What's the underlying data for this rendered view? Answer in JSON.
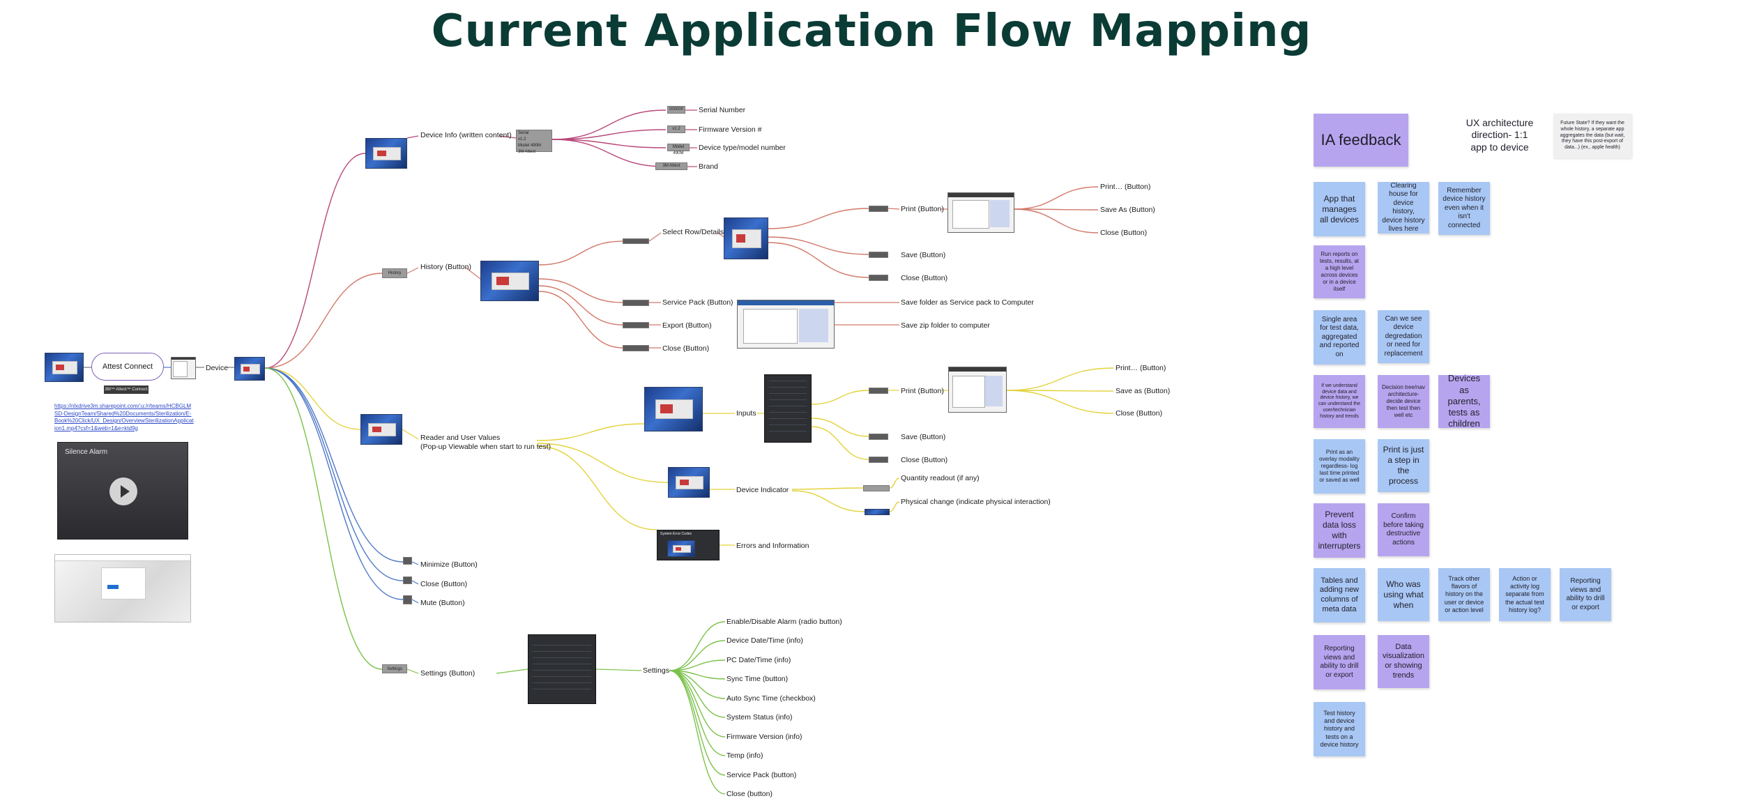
{
  "title": "Current Application Flow Mapping",
  "nodes": {
    "attest_connect": "Attest Connect",
    "attest_badge": "3M™ Attest™ Connect",
    "device": "Device",
    "device_info": "Device Info (written content)",
    "serial_number": "Serial Number",
    "firmware_version": "Firmware Version #",
    "device_type": "Device type/model number",
    "brand": "Brand",
    "history": "History (Button)",
    "select_row": "Select Row/Details",
    "print_1": "Print (Button)",
    "print_dots_1": "Print… (Button)",
    "save_as_1": "Save As (Button)",
    "close_1": "Close (Button)",
    "save_1": "Save (Button)",
    "close_2": "Close (Button)",
    "service_pack": "Service Pack (Button)",
    "save_folder": "Save folder as Service pack to Computer",
    "export": "Export (Button)",
    "save_zip": "Save zip folder to computer",
    "close_3": "Close (Button)",
    "reader_user_values": "Reader and User Values\n(Pop-up Viewable when start to run test)",
    "inputs": "Inputs",
    "print_2": "Print (Button)",
    "print_dots_2": "Print… (Button)",
    "save_as_2": "Save as (Button)",
    "close_4": "Close (Button)",
    "save_2": "Save (Button)",
    "close_5": "Close (Button)",
    "device_indicator": "Device Indicator",
    "quantity_readout": "Quantity readout (if any)",
    "physical_change": "Physical change (indicate physical interaction)",
    "errors_info": "Errors and Information",
    "minimize": "Minimize (Button)",
    "close_6": "Close (Button)",
    "mute": "Mute (Button)",
    "settings_button": "Settings (Button)",
    "settings": "Settings",
    "enable_alarm": "Enable/Disable Alarm (radio button)",
    "device_datetime": "Device Date/Time (info)",
    "pc_datetime": "PC Date/Time (info)",
    "sync_time": "Sync Time (button)",
    "auto_sync": "Auto Sync Time (checkbox)",
    "system_status": "System Status (info)",
    "firmware_info": "Firmware Version (info)",
    "temp_info": "Temp (info)",
    "service_pack_btn": "Service Pack (button)",
    "close_7": "Close (button)"
  },
  "chips": {
    "serial": "000000",
    "firmware": "v1.2",
    "model": "Model 490M",
    "brand": "3M Attest",
    "history": "History",
    "settings": "Settings",
    "device_info_card": "Serial\nv1.2\nModel 490M\n3M Attest",
    "errors_caption": "System Error Codes"
  },
  "link": "https://nlxdrive3m.sharepoint.com/:u:/r/teams/HCBGLMSD-DesignTeam/Shared%20Documents/Sterilization/E-Book%20Click/UX_Design/OverviewSterilizationApplication1.mp4?csf=1&web=1&e=ktd9g",
  "video_title": "Silence Alarm",
  "notes": {
    "ia_feedback": "IA feedback",
    "ux_architecture": "UX architecture direction- 1:1 app to device",
    "future_state": "Future State? If they want the whole history, a separate app aggregates the data (but wait, they have this post-export of data...) (ex., apple health)",
    "n1": "App that manages all devices",
    "n2": "Clearing house for device history, device history lives here",
    "n3": "Remember device history even when it isn't connected",
    "n4": "Run reports on tests, results, at a high level across devices or in a device itself",
    "n5": "Single area for test data, aggregated and reported on",
    "n6": "Can we see device degredation or need for replacement",
    "n7": "If we understand device data and device history, we can understand the user/technician history and trends",
    "n8": "Decision tree/nav architecture- decide device then test then well etc",
    "n9": "Devices as parents, tests as children",
    "n10": "Print as an overlay modality regardless- log last time printed or saved as well",
    "n11": "Print is just a step in the process",
    "n12": "Prevent data loss with interrupters",
    "n13": "Confirm before taking destructive actions",
    "n14": "Tables and adding new columns of meta data",
    "n15": "Who was using what when",
    "n16": "Track other flavors of history on the user or device or action level",
    "n17": "Action or activity log separate from the actual test history log?",
    "n18": "Reporting views and ability to drill or export",
    "n19": "Reporting views and ability to drill or export",
    "n20": "Data visualization or showing trends",
    "n21": "Test history and device history and tests on a device history"
  },
  "colors": {
    "title": "#0b3b35",
    "device_info_branch": "#b7487a",
    "history_branch": "#d27868",
    "reader_branch": "#e3d23a",
    "window_branch": "#4d78c8",
    "settings_branch": "#7bc24a",
    "note_blue": "#a9c7f4",
    "note_purple": "#b7a4ee"
  }
}
